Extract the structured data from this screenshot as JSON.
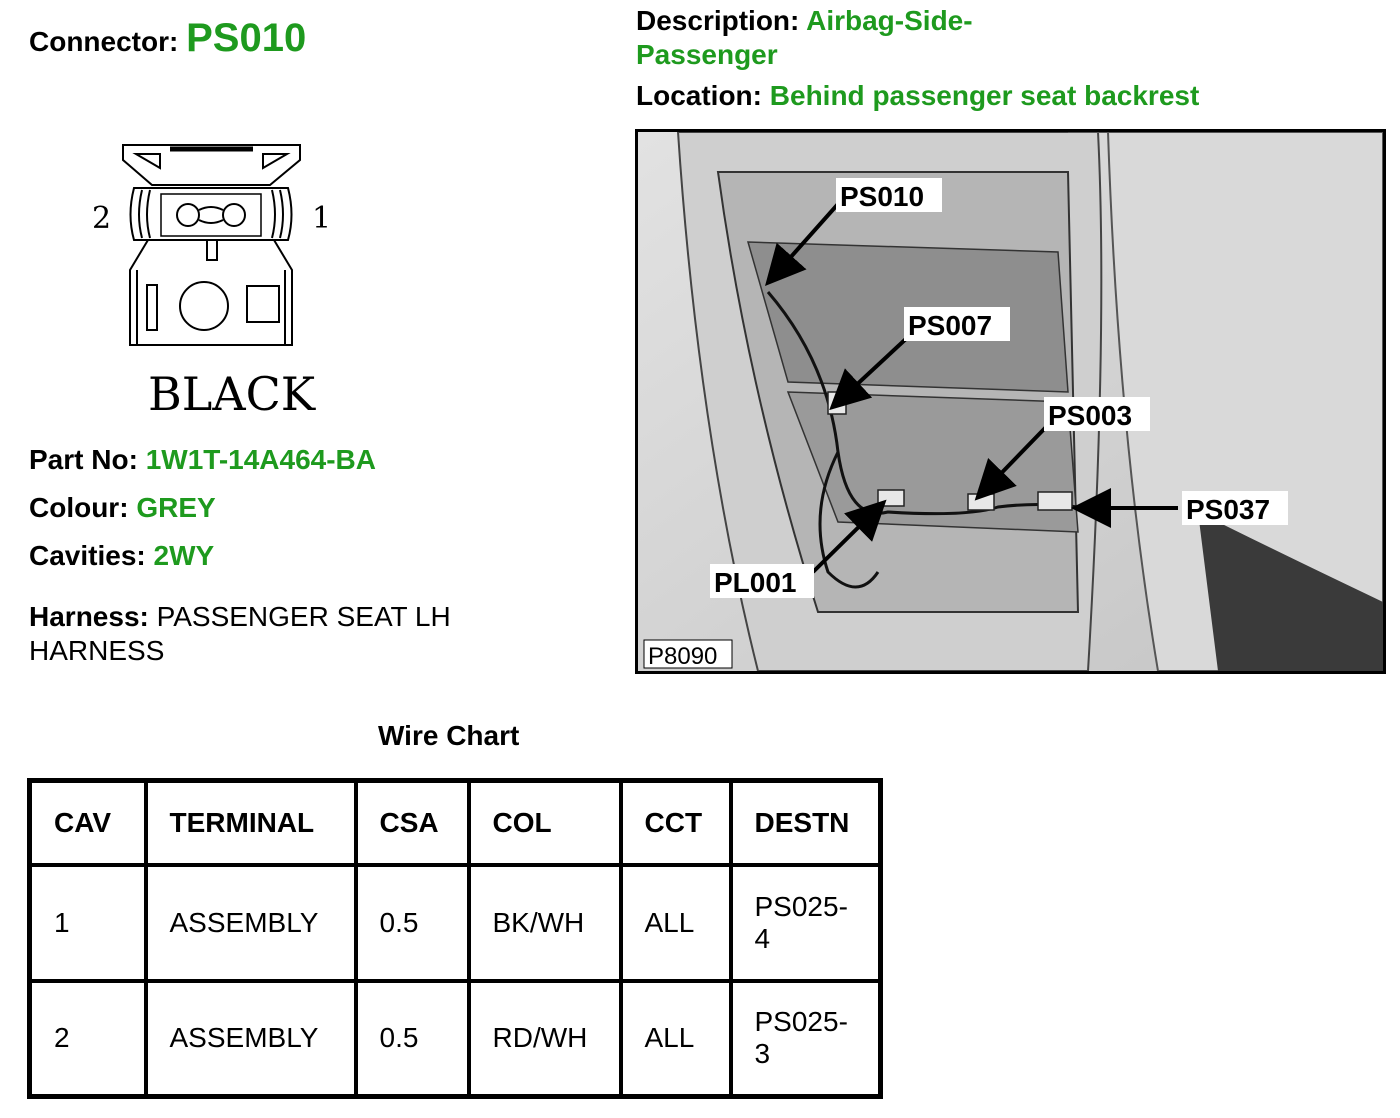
{
  "connector": {
    "label": "Connector:",
    "value": "PS010"
  },
  "description": {
    "label": "Description:",
    "value_line1": "Airbag-Side-",
    "value_line2": "Passenger"
  },
  "location": {
    "label": "Location:",
    "value": "Behind passenger seat backrest"
  },
  "connector_diagram": {
    "pin_left": "2",
    "pin_right": "1",
    "housing_colour_text": "BLACK"
  },
  "part_no": {
    "label": "Part No:",
    "value": "1W1T-14A464-BA"
  },
  "colour": {
    "label": "Colour:",
    "value": "GREY"
  },
  "cavities": {
    "label": "Cavities:",
    "value": "2WY"
  },
  "harness": {
    "label": "Harness:",
    "value": "PASSENGER SEAT LH HARNESS"
  },
  "photo": {
    "figure_id": "P8090",
    "callouts": [
      "PS010",
      "PS007",
      "PS003",
      "PS037",
      "PL001"
    ]
  },
  "wire_chart": {
    "title": "Wire Chart",
    "headers": [
      "CAV",
      "TERMINAL",
      "CSA",
      "COL",
      "CCT",
      "DESTN"
    ],
    "rows": [
      [
        "1",
        "ASSEMBLY",
        "0.5",
        "BK/WH",
        "ALL",
        "PS025-\n4"
      ],
      [
        "2",
        "ASSEMBLY",
        "0.5",
        "RD/WH",
        "ALL",
        "PS025-\n3"
      ]
    ]
  },
  "colors": {
    "value_green": "#1e9a1e",
    "border": "#000000"
  }
}
